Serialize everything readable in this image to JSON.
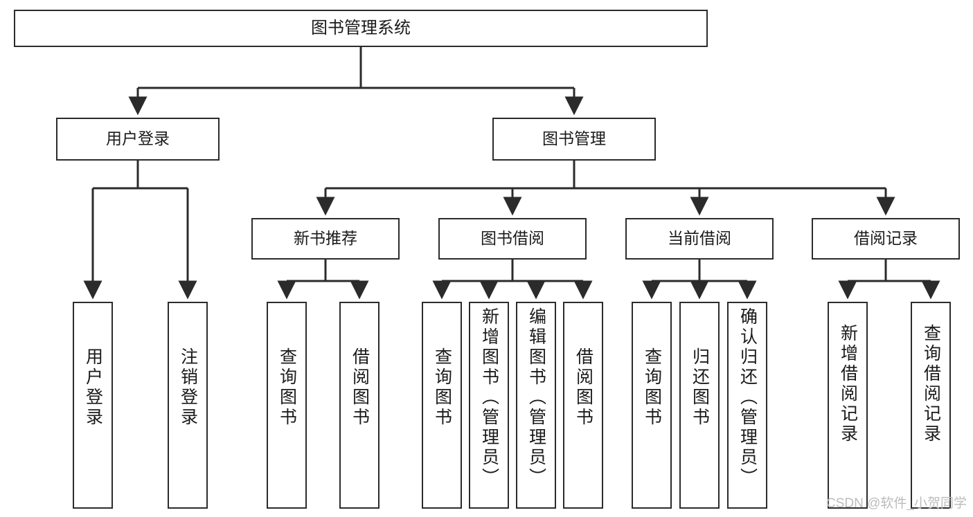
{
  "diagram": {
    "title": "图书管理系统",
    "background_color": "#ffffff",
    "border_color": "#2b2b2b",
    "text_color": "#1a1a1a",
    "watermark": "CSDN @软件_小贺同学",
    "nodes": {
      "root": {
        "label": "图书管理系统"
      },
      "level1": [
        {
          "id": "user-login",
          "label": "用户登录"
        },
        {
          "id": "book-management",
          "label": "图书管理"
        }
      ],
      "level2": [
        {
          "id": "new-book-recommend",
          "label": "新书推荐"
        },
        {
          "id": "book-borrow",
          "label": "图书借阅"
        },
        {
          "id": "current-borrow",
          "label": "当前借阅"
        },
        {
          "id": "borrow-record",
          "label": "借阅记录"
        }
      ],
      "leaves": {
        "user-login": [
          {
            "id": "leaf-user-login",
            "label": "用户登录"
          },
          {
            "id": "leaf-user-logout",
            "label": "注销登录"
          }
        ],
        "new-book-recommend": [
          {
            "id": "leaf-query-book-1",
            "label": "查询图书"
          },
          {
            "id": "leaf-borrow-book-1",
            "label": "借阅图书"
          }
        ],
        "book-borrow": [
          {
            "id": "leaf-query-book-2",
            "label": "查询图书"
          },
          {
            "id": "leaf-add-book",
            "label": "新增图书（管理员）"
          },
          {
            "id": "leaf-edit-book",
            "label": "编辑图书（管理员）"
          },
          {
            "id": "leaf-borrow-book-2",
            "label": "借阅图书"
          }
        ],
        "current-borrow": [
          {
            "id": "leaf-query-book-3",
            "label": "查询图书"
          },
          {
            "id": "leaf-return-book",
            "label": "归还图书"
          },
          {
            "id": "leaf-confirm-return",
            "label": "确认归还（管理员）"
          }
        ],
        "borrow-record": [
          {
            "id": "leaf-add-record",
            "label": "新增借阅记录"
          },
          {
            "id": "leaf-query-record",
            "label": "查询借阅记录"
          }
        ]
      }
    }
  }
}
